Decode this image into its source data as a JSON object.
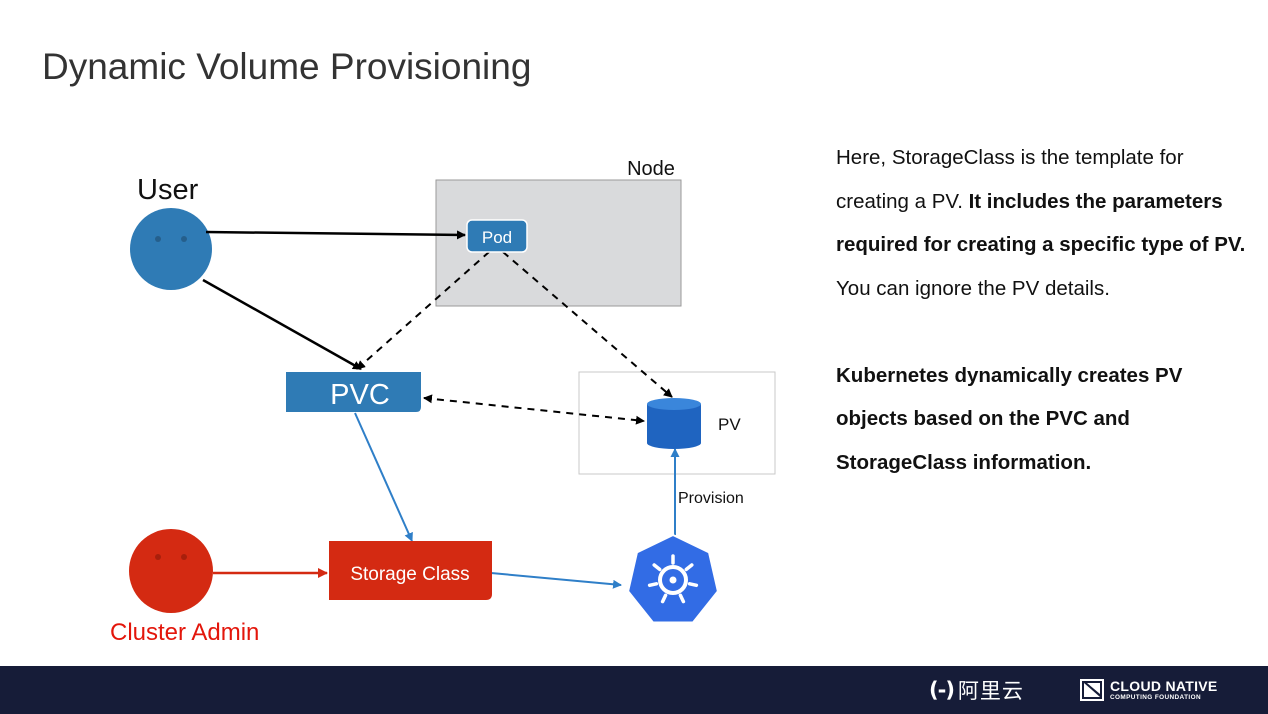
{
  "slide": {
    "title": "Dynamic Volume Provisioning"
  },
  "diagram": {
    "user_label": "User",
    "node_label": "Node",
    "pod_label": "Pod",
    "pvc_label": "PVC",
    "pv_label": "PV",
    "storage_class_label": "Storage Class",
    "provision_label": "Provision",
    "admin_label": "Cluster Admin",
    "colors": {
      "blue": "#2f7bb5",
      "red": "#d42a12",
      "k8s": "#326ce5",
      "arrow_blue": "#2f7fc8",
      "node_bg": "#d9dadc"
    }
  },
  "description": {
    "p1_a": "Here, StorageClass is the template for creating a PV. ",
    "p1_b": "It includes the parameters required for creating a specific type of PV.",
    "p1_c": " You can ignore the PV details.",
    "p2": "Kubernetes dynamically creates PV objects based on the PVC and StorageClass information."
  },
  "footer": {
    "aliyun_mark": "(-)",
    "aliyun_name": "阿里云",
    "cncf_line1": "CLOUD NATIVE",
    "cncf_line2": "COMPUTING FOUNDATION"
  }
}
